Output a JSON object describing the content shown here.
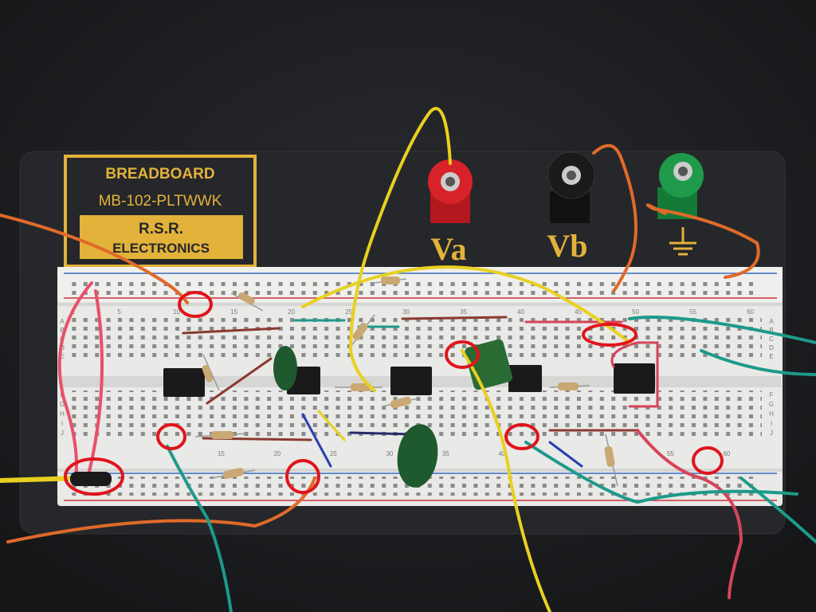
{
  "label_panel": {
    "title": "BREADBOARD",
    "model": "MB-102-PLTWWK",
    "brand_line1": "R.S.R.",
    "brand_line2": "ELECTRONICS"
  },
  "terminals": [
    {
      "label": "Va",
      "color": "#d8222a"
    },
    {
      "label": "Vb",
      "color": "#1a1a1a"
    },
    {
      "label": "",
      "icon": "ground-icon",
      "color": "#1f9a4a"
    }
  ],
  "column_numbers": [
    "1",
    "5",
    "10",
    "15",
    "20",
    "25",
    "30",
    "35",
    "40",
    "45",
    "50",
    "55",
    "60"
  ],
  "bottom_column_numbers": [
    "15",
    "20",
    "25",
    "30",
    "35",
    "40",
    "55",
    "60"
  ],
  "row_letters_top": [
    "A",
    "B",
    "C",
    "D",
    "E"
  ],
  "row_letters_bottom": [
    "F",
    "G",
    "H",
    "I",
    "J"
  ],
  "colors": {
    "background": "#1c1d20",
    "board": "#2a2b2e",
    "breadboard": "#e9e9e7",
    "label_yellow": "#e2b23a",
    "annotation_red": "#e0141c",
    "rail_red": "#c9343a",
    "rail_blue": "#3a6fc1"
  }
}
